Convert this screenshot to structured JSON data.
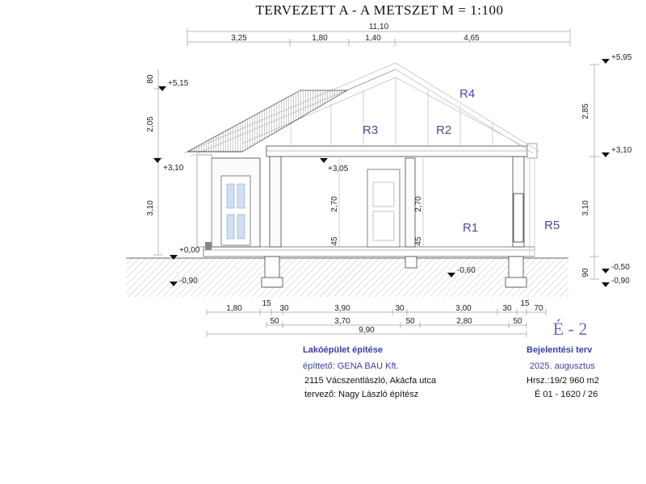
{
  "title": "TERVEZETT A - A METSZET  M = 1:100",
  "top_dimensions": {
    "overall": "11,10",
    "segments": [
      "3,25",
      "1,80",
      "1,40",
      "4,65"
    ]
  },
  "left_dimensions": [
    "80",
    "2,05",
    "3,10"
  ],
  "right_dimensions": [
    "2,85",
    "3,10",
    "90"
  ],
  "interior_dimensions": [
    "2,70",
    "45",
    "2,70",
    "45"
  ],
  "levels": {
    "left_top": "+5,15",
    "left_eave": "+3,10",
    "ceiling": "+3,05",
    "floor": "+0,00",
    "left_ground": "-0,90",
    "foundation": "-0,60",
    "right_top": "+5,95",
    "right_eave": "+3,10",
    "right_terrain": "-0,50",
    "right_ground": "-0,90"
  },
  "room_labels": [
    "R4",
    "R3",
    "R2",
    "R1",
    "R5"
  ],
  "bottom_dimensions": {
    "row1": [
      "1,80",
      "15",
      "30",
      "3,90",
      "30",
      "3,00",
      "30",
      "15",
      "70"
    ],
    "row2": [
      "50",
      "3,70",
      "50",
      "2,80",
      "50"
    ],
    "overall": "9,90"
  },
  "sheet_number": "É - 2",
  "title_block": {
    "project": "Lakóépület építése",
    "client": "építtető: GENA BAU Kft.",
    "address": "2115 Vácszentlászló, Akácfa utca",
    "designer": "tervező:  Nagy László  építész",
    "plan_type": "Bejelentési terv",
    "date": "2025. augusztus",
    "parcel": "Hrsz.:19/2   960 m2",
    "license": "É 01 - 1620 / 26"
  },
  "colors": {
    "room_label": "#4a4a9a",
    "title_block_blue": "#3b3fa8",
    "sheet_number": "#6a6ac0",
    "window_glass": "#cfe0f5"
  }
}
